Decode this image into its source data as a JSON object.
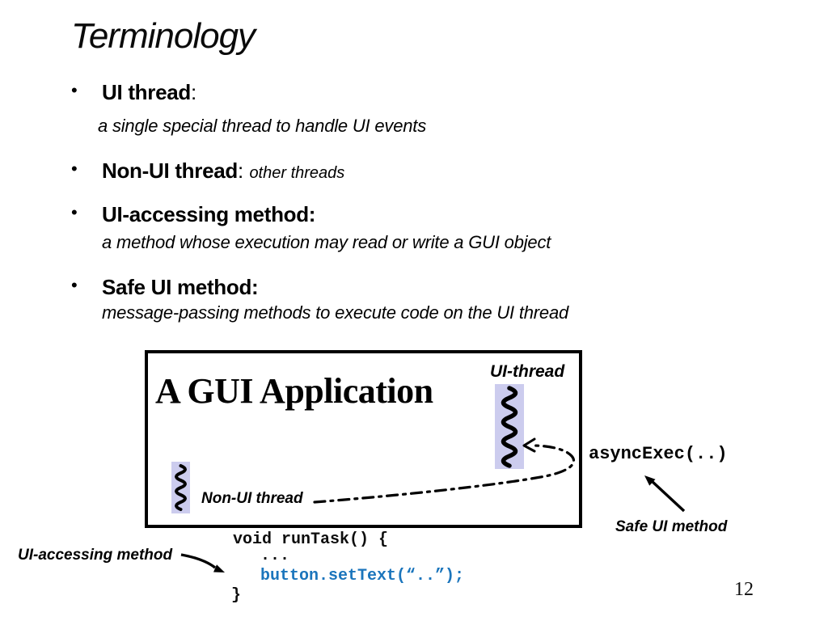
{
  "slide": {
    "title": "Terminology",
    "page_number": "12",
    "bullet_char": "•"
  },
  "bullets": [
    {
      "term": "UI thread",
      "sep": ":",
      "inline": "",
      "desc": "a single special thread to handle UI events"
    },
    {
      "term": "Non-UI thread",
      "sep": ": ",
      "inline": "other threads",
      "desc": ""
    },
    {
      "term": "UI-accessing method:",
      "sep": "",
      "inline": "",
      "desc": "a method whose execution may read or write a GUI object"
    },
    {
      "term": "Safe UI method:",
      "sep": "",
      "inline": "",
      "desc": "message-passing methods to execute code on the UI thread"
    }
  ],
  "diagram": {
    "app_title": "A GUI Application",
    "ui_thread_label": "UI-thread",
    "non_ui_thread_label": "Non-UI thread",
    "async_call_label": "asyncExec(..)",
    "safe_ui_label": "Safe UI method",
    "ui_accessing_label": "UI-accessing method",
    "thread_highlight_color": "#ccccee",
    "arrow_color": "#000000",
    "code": {
      "line1": "void runTask() {",
      "line2": "...",
      "line3": "button.setText(“..”);",
      "line4": "}",
      "accent_color": "#1b75bc"
    }
  }
}
